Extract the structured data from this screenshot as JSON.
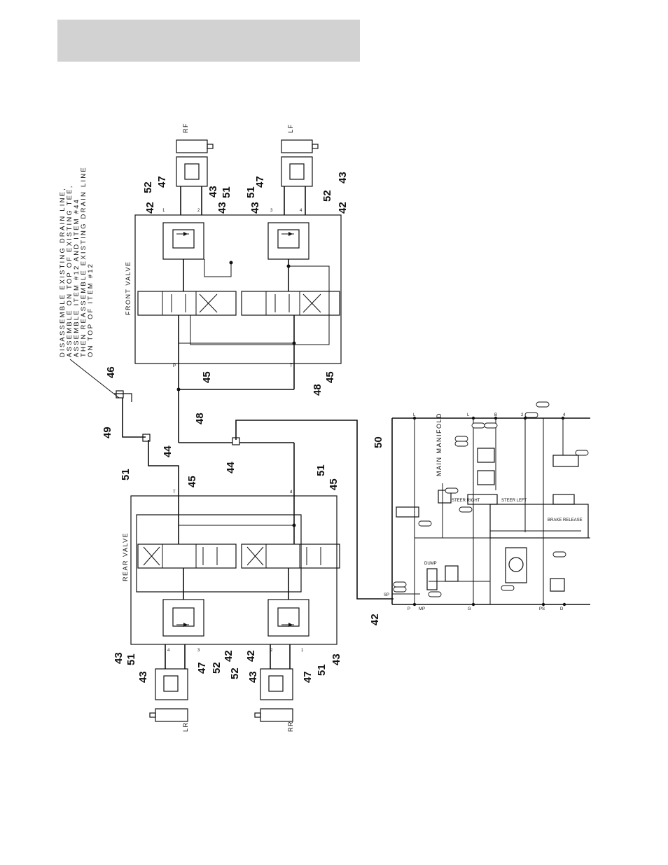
{
  "note_lines": [
    "DISASSEMBLE EXISTING DRAIN LINE,",
    "ASSEMBLE ON TOP OF EXISTING TEE,",
    "ASSEMBLE ITEM #12 AND ITEM #44",
    "THEN REASSEMBLE EXISTING DRAIN LINE",
    "ON TOP OF ITEM #12"
  ],
  "labels": {
    "front_valve": "FRONT VALVE",
    "rear_valve": "REAR VALVE",
    "main_manifold": "MAIN MANIFOLD",
    "rf": "RF",
    "lf": "LF",
    "lr": "LR",
    "rr": "RR",
    "steer_right": "STEER RIGHT",
    "steer_left": "STEER LEFT",
    "brake_release": "BRAKE RELEASE",
    "dump": "DUMP"
  },
  "callouts": {
    "c52a": "52",
    "c47a": "47",
    "c42a": "42",
    "c43a": "43",
    "c51a": "51",
    "c43b": "43",
    "c51b": "51",
    "c47b": "47",
    "c43c": "43",
    "c43d": "43",
    "c52b": "52",
    "c42b": "42",
    "c46": "46",
    "c49": "49",
    "c44a": "44",
    "c51c": "51",
    "c45a": "45",
    "c48a": "48",
    "c45b": "45",
    "c48b": "48",
    "c45c": "45",
    "c44b": "44",
    "c51d": "51",
    "c45d": "45",
    "c50": "50",
    "c42c": "42",
    "c43e": "43",
    "c51e": "51",
    "c43f": "43",
    "c47c": "47",
    "c52c": "52",
    "c42d": "42",
    "c42e": "42",
    "c52d": "52",
    "c43g": "43",
    "c47d": "47",
    "c51f": "51",
    "c43h": "43"
  },
  "ports": {
    "fv_1": "1",
    "fv_2": "2",
    "fv_3": "3",
    "fv_4": "4",
    "fv_p": "P",
    "fv_t": "T",
    "rv_1": "1",
    "rv_2": "2",
    "rv_3": "3",
    "rv_4": "4",
    "rv_t": "T",
    "rv_d": "d",
    "mm_l": "L",
    "mm_lb": "L",
    "mm_b": "B",
    "mm_2": "2",
    "mm_4": "4",
    "mm_sp": "SP",
    "mm_p": "P",
    "mm_mp": "MP",
    "mm_g": "G",
    "mm_ps": "PS",
    "mm_d": "D"
  }
}
